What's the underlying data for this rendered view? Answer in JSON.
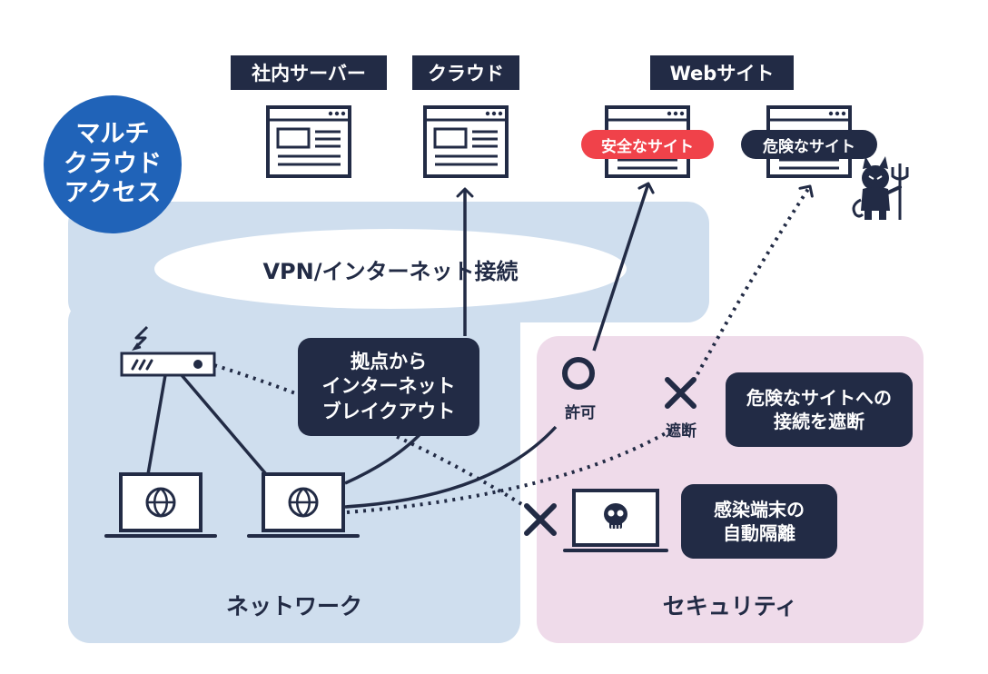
{
  "badge": {
    "text": "マルチ\nクラウド\nアクセス"
  },
  "headers": {
    "internal_server": "社内サーバー",
    "cloud": "クラウド",
    "website": "Webサイト"
  },
  "pills": {
    "safe_site": "安全なサイト",
    "dangerous_site": "危険なサイト"
  },
  "ellipse_label": "VPN/インターネット接続",
  "breakout_box": "拠点から\nインターネット\nブレイクアウト",
  "allow_label": "許可",
  "block_label": "遮断",
  "block_box": "危険なサイトへの\n接続を遮断",
  "isolate_box": "感染端末の\n自動隔離",
  "network_label": "ネットワーク",
  "security_label": "セキュリティ",
  "colors": {
    "dark": "#222b45",
    "blue": "#2063b8",
    "network_bg": "#cfdeee",
    "security_bg": "#efdbea",
    "safe": "#f0424a"
  }
}
